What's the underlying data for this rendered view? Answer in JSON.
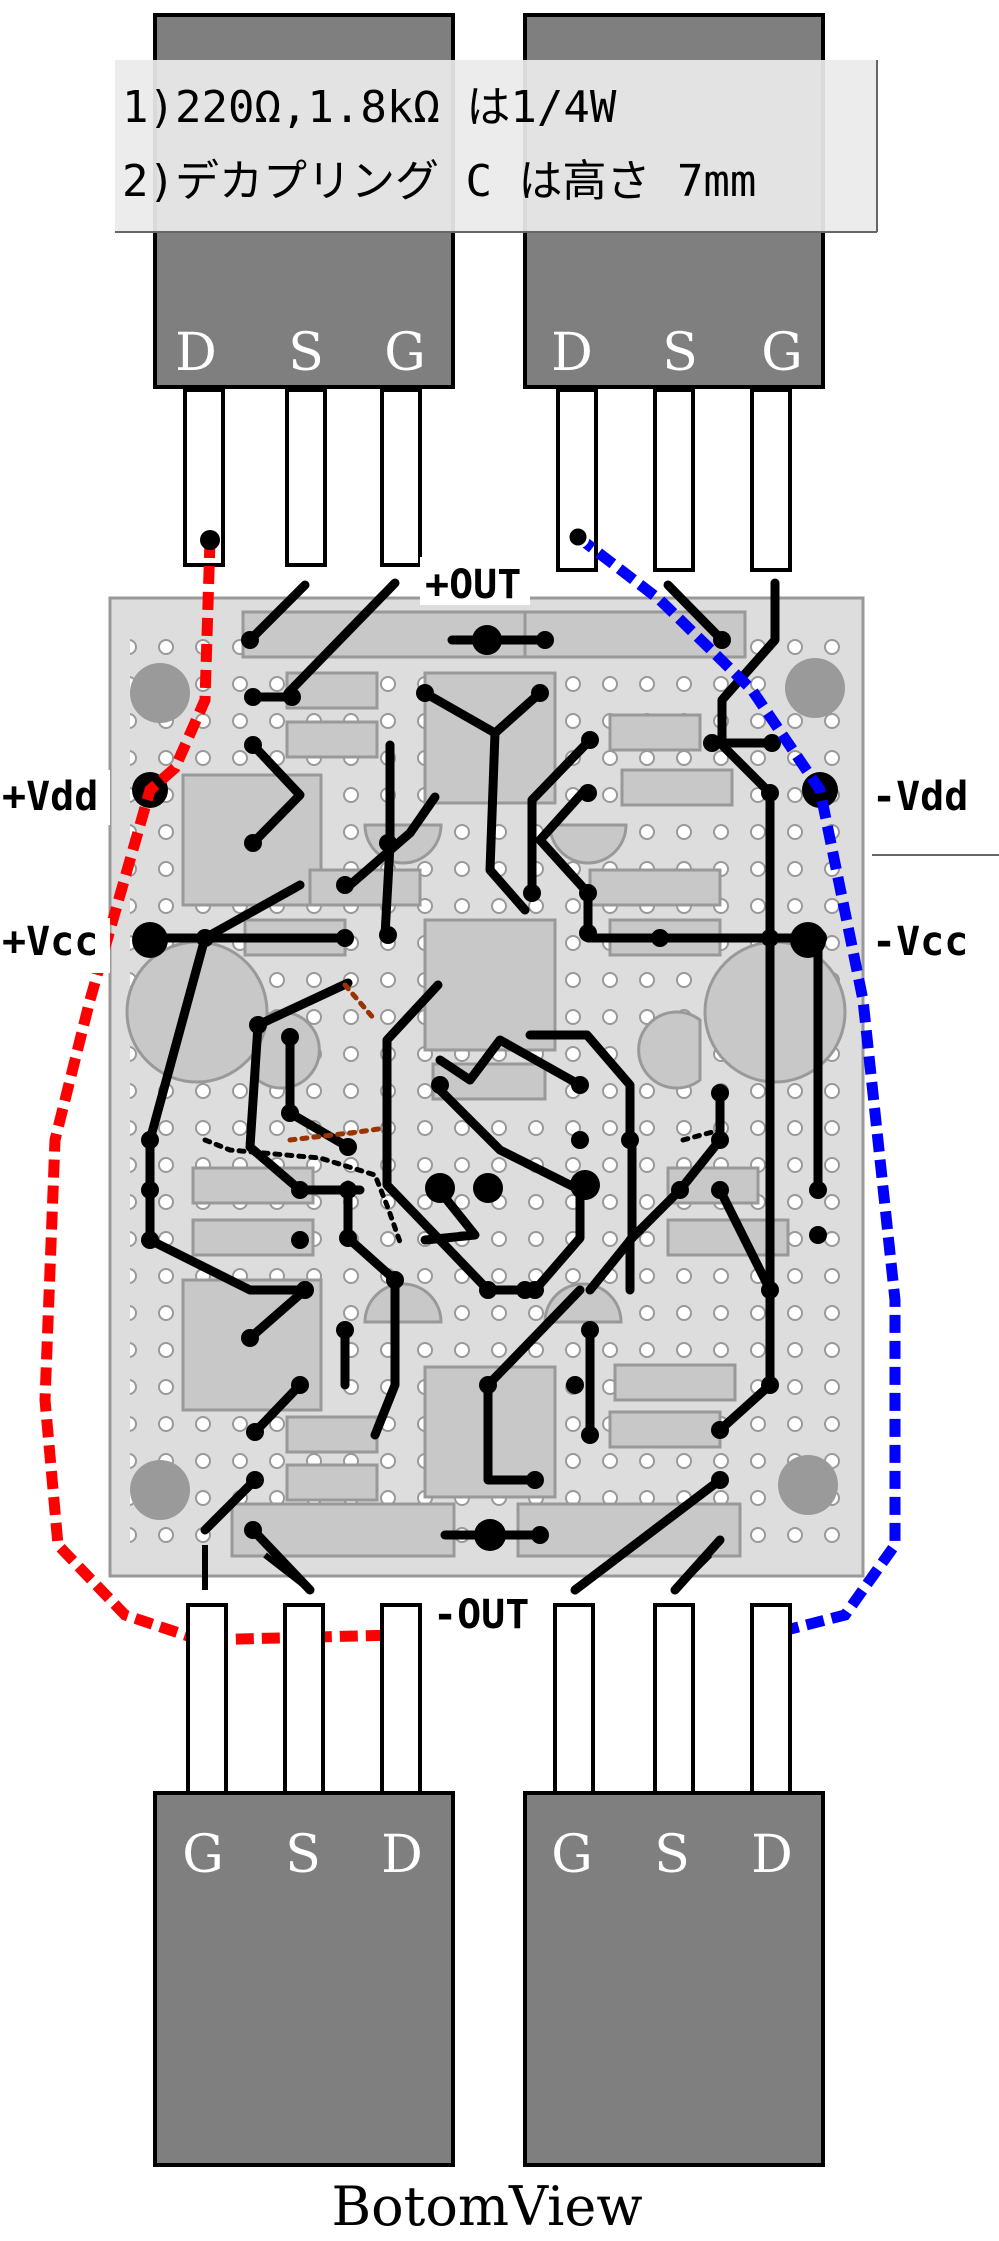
{
  "notes": [
    "1)220Ω,1.8kΩ は1/4W",
    "2)デカプリング C は高さ 7mm"
  ],
  "top_transistors": {
    "left": {
      "pins": [
        "D",
        "S",
        "G"
      ]
    },
    "right": {
      "pins": [
        "D",
        "S",
        "G"
      ]
    }
  },
  "bottom_transistors": {
    "left": {
      "pins": [
        "G",
        "S",
        "D"
      ]
    },
    "right": {
      "pins": [
        "G",
        "S",
        "D"
      ]
    }
  },
  "labels": {
    "plus_out": "+OUT",
    "minus_out": "-OUT",
    "plus_vdd": "+Vdd",
    "minus_vdd": "-Vdd",
    "plus_vcc": "+Vcc",
    "minus_vcc": "-Vcc"
  },
  "caption": "BotomView",
  "colors": {
    "board": "#dddddd",
    "component": "#c8c8c8",
    "transistor_body": "#7f7f7f",
    "positive_wire": "#ff0000",
    "negative_wire": "#0000ff",
    "jumper": "#993300",
    "trace": "#000000"
  }
}
